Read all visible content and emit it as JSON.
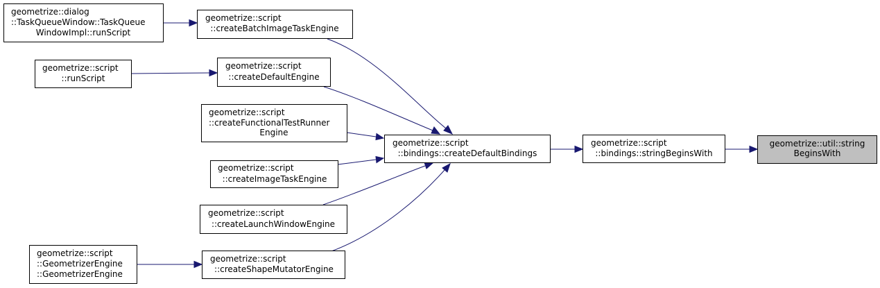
{
  "colors": {
    "edge": "#191970",
    "node_border": "#000000",
    "focus_fill": "#bfbfbf",
    "background": "#ffffff"
  },
  "nodes": {
    "util_stringBeginsWith": {
      "lines": [
        "geometrize::util::string",
        "BeginsWith"
      ],
      "focus": true
    },
    "bindings_stringBeginsWith": {
      "lines": [
        "geometrize::script",
        "::bindings::stringBeginsWith"
      ]
    },
    "createDefaultBindings": {
      "lines": [
        "geometrize::script",
        "::bindings::createDefaultBindings"
      ]
    },
    "createBatchImageTaskEngine": {
      "lines": [
        "geometrize::script",
        "::createBatchImageTaskEngine"
      ]
    },
    "createDefaultEngine": {
      "lines": [
        "geometrize::script",
        "::createDefaultEngine"
      ]
    },
    "createFunctionalTestRunnerEngine": {
      "lines": [
        "geometrize::script",
        "::createFunctionalTestRunner",
        "Engine"
      ]
    },
    "createImageTaskEngine": {
      "lines": [
        "geometrize::script",
        "::createImageTaskEngine"
      ]
    },
    "createLaunchWindowEngine": {
      "lines": [
        "geometrize::script",
        "::createLaunchWindowEngine"
      ]
    },
    "createShapeMutatorEngine": {
      "lines": [
        "geometrize::script",
        "::createShapeMutatorEngine"
      ]
    },
    "taskQueueRunScript": {
      "lines": [
        "geometrize::dialog",
        "::TaskQueueWindow::TaskQueue",
        "WindowImpl::runScript"
      ]
    },
    "runScript": {
      "lines": [
        "geometrize::script",
        "::runScript"
      ]
    },
    "geometrizerEngineCtor": {
      "lines": [
        "geometrize::script",
        "::GeometrizerEngine",
        "::GeometrizerEngine"
      ]
    }
  }
}
